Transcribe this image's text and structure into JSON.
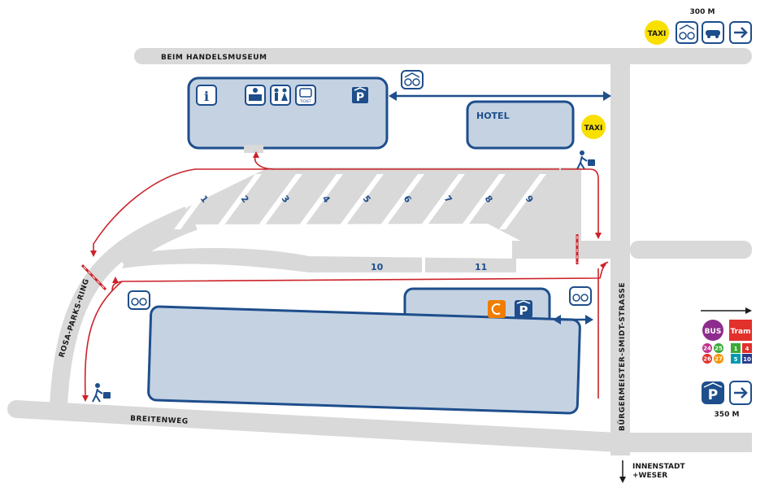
{
  "streets": {
    "north": "BEIM HANDELSMUSEUM",
    "south": "BREITENWEG",
    "west": "ROSA-PARKS-RING",
    "east": "BÜRGERMEISTER-SMIDT-STRASSE"
  },
  "buildings": {
    "hotel": "HOTEL"
  },
  "bays": [
    "1",
    "2",
    "3",
    "4",
    "5",
    "6",
    "7",
    "8",
    "9",
    "10",
    "11"
  ],
  "taxi_label": "TAXI",
  "ticket_label": "TICKET",
  "distances": {
    "top_right": "300 M",
    "bottom_right": "350 M"
  },
  "directions": {
    "city": "INNENSTADT\n+WESER",
    "city_line1": "INNENSTADT",
    "city_line2": "+WESER"
  },
  "legend": {
    "bus_label": "BUS",
    "tram_label": "Tram",
    "bus_lines": [
      {
        "num": "24",
        "color": "#c2318c"
      },
      {
        "num": "25",
        "color": "#3aa935"
      },
      {
        "num": "26",
        "color": "#e2302b"
      },
      {
        "num": "27",
        "color": "#f39200"
      }
    ],
    "tram_lines": [
      {
        "num": "1",
        "color": "#3aa935"
      },
      {
        "num": "4",
        "color": "#e2302b"
      },
      {
        "num": "5",
        "color": "#009ab0"
      },
      {
        "num": "10",
        "color": "#2a3c8f"
      }
    ]
  },
  "colors": {
    "route": "#cc2229",
    "brand_blue": "#1e4e8c",
    "building_fill": "#c4d2e2",
    "road": "#d9d9d9",
    "taxi": "#f9e000",
    "bus_purple": "#8d2c8c",
    "tram_red": "#e2302b",
    "carsharing_orange": "#f07d00"
  }
}
